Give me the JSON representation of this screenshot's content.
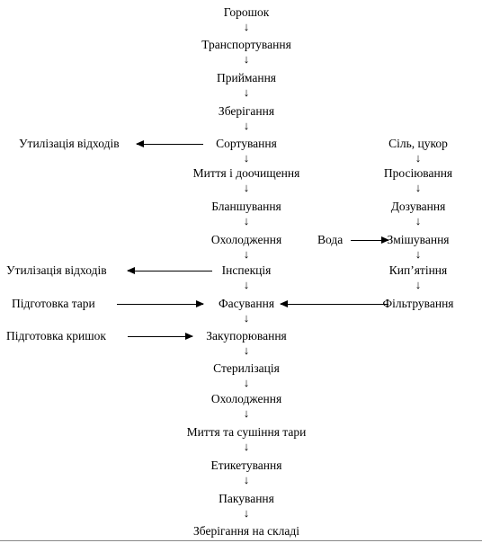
{
  "main": [
    "Горошок",
    "Транспортування",
    "Приймання",
    "Зберігання",
    "Сортування",
    "Миття і доочищення",
    "Бланшування",
    "Охолодження",
    "Інспекція",
    "Фасування",
    "Закупорювання",
    "Стерилізація",
    "Охолодження",
    "Миття та сушіння тари",
    "Етикетування",
    "Пакування",
    "Зберігання на складі"
  ],
  "right": [
    "Сіль, цукор",
    "Просіювання",
    "Дозування",
    "Змішування",
    "Кип’ятіння",
    "Фільтрування"
  ],
  "side": {
    "waste_1": "Утилізація відходів",
    "waste_2": "Утилізація відходів",
    "container_prep": "Підготовка тари",
    "lids_prep": "Підготовка кришок",
    "water": "Вода"
  },
  "arrow_glyph": "↓"
}
